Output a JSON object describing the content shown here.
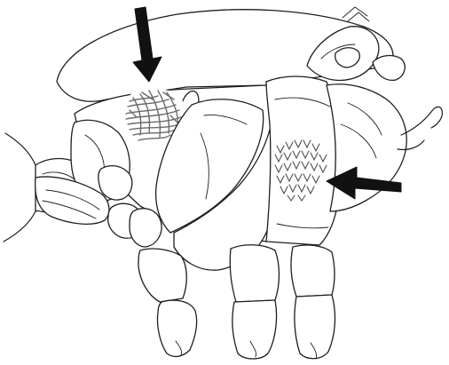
{
  "figure": {
    "subject": "",
    "background_color": "#ffffff",
    "line_color": "#1e1e1e",
    "arrow_color": "#111111",
    "upper_patch_color": "#6a6a6a",
    "lower_patch_color": "#444444"
  },
  "arrows": [
    {
      "id": "arrow-upper",
      "points_to": "upper-setae-patch",
      "direction": "down"
    },
    {
      "id": "arrow-lower",
      "points_to": "lower-scale-patch",
      "direction": "left"
    }
  ]
}
